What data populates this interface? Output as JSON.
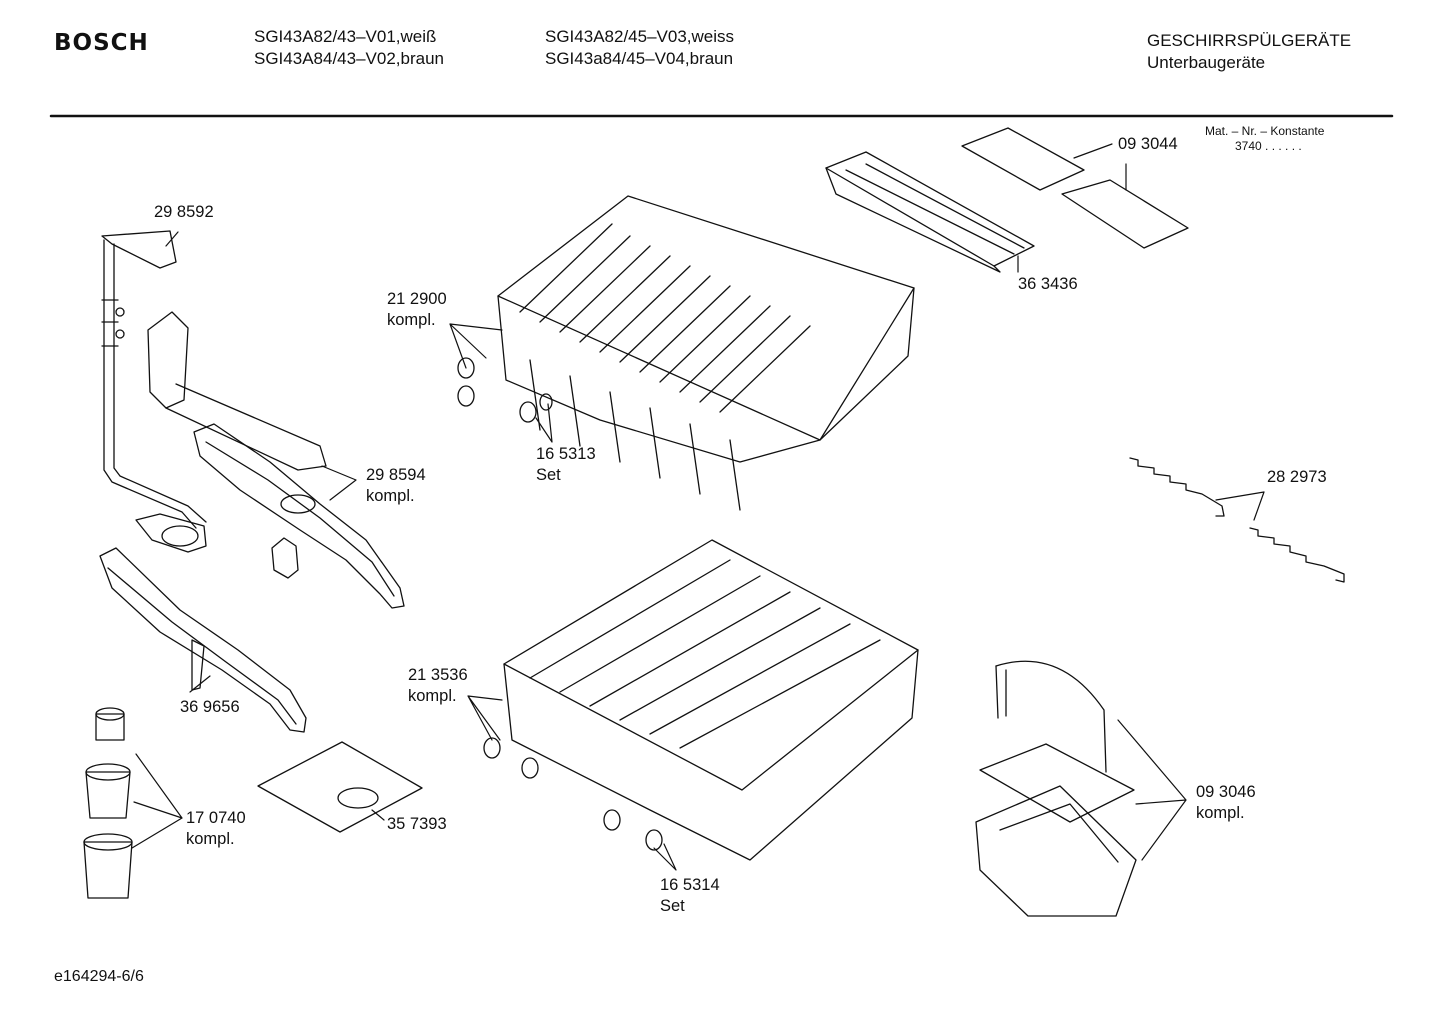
{
  "header": {
    "brand": "BOSCH",
    "models_col1": [
      "SGI43A82/43–V01,weiß",
      "SGI43A84/43–V02,braun"
    ],
    "models_col2": [
      "SGI43A82/45–V03,weiss",
      "SGI43a84/45–V04,braun"
    ],
    "category": "GESCHIRRSPÜLGERÄTE",
    "subcategory": "Unterbaugeräte"
  },
  "matnr": {
    "title": "Mat. – Nr. – Konstante",
    "value": "3740  .  .  .  .  .  ."
  },
  "parts": [
    {
      "id": "p298592",
      "number": "29 8592",
      "suffix": ""
    },
    {
      "id": "p212900",
      "number": "21 2900",
      "suffix": "kompl."
    },
    {
      "id": "p165313",
      "number": "16 5313",
      "suffix": "Set"
    },
    {
      "id": "p298594",
      "number": "29 8594",
      "suffix": "kompl."
    },
    {
      "id": "p093044",
      "number": "09 3044",
      "suffix": ""
    },
    {
      "id": "p363436",
      "number": "36 3436",
      "suffix": ""
    },
    {
      "id": "p282973",
      "number": "28 2973",
      "suffix": ""
    },
    {
      "id": "p369656",
      "number": "36 9656",
      "suffix": ""
    },
    {
      "id": "p213536",
      "number": "21 3536",
      "suffix": "kompl."
    },
    {
      "id": "p170740",
      "number": "17 0740",
      "suffix": "kompl."
    },
    {
      "id": "p357393",
      "number": "35 7393",
      "suffix": ""
    },
    {
      "id": "p165314",
      "number": "16 5314",
      "suffix": "Set"
    },
    {
      "id": "p093046",
      "number": "09 3046",
      "suffix": "kompl."
    }
  ],
  "footer": {
    "code": "e164294-6/6"
  }
}
